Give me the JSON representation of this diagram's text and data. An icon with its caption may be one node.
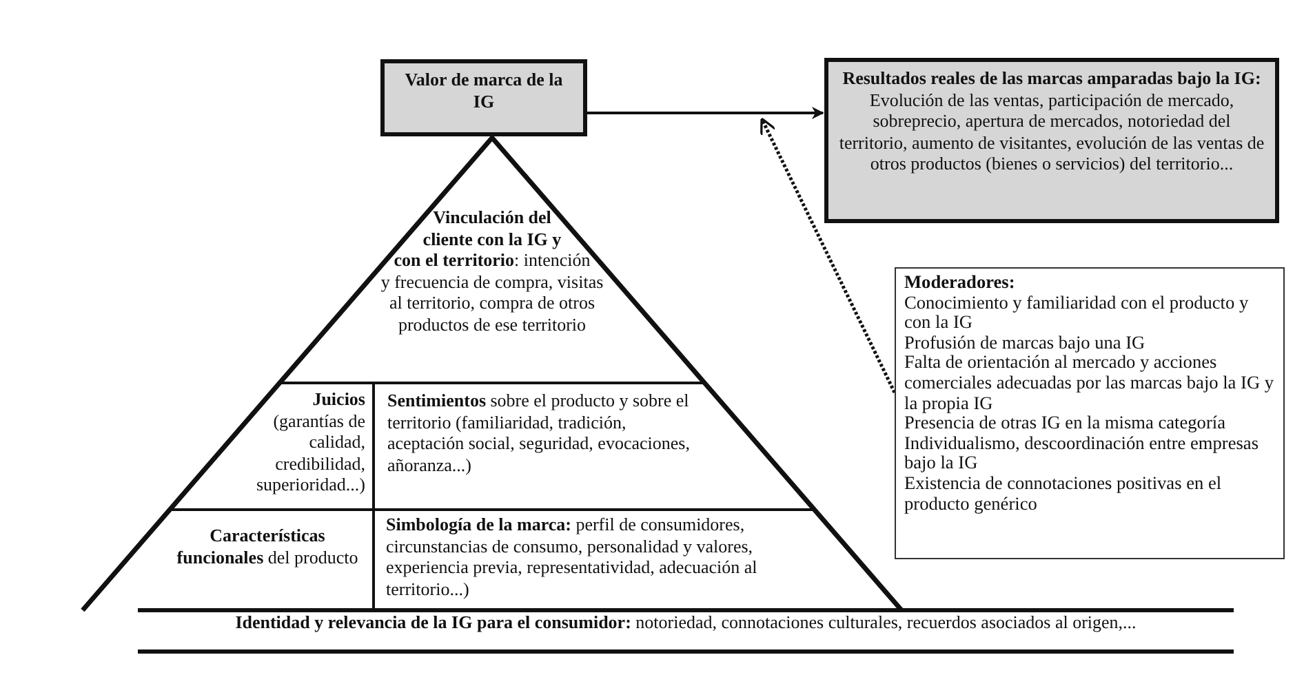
{
  "diagram": {
    "nodes": [
      {
        "text": [
          "Valor de marca de la IG"
        ]
      },
      {
        "text": [
          "Resultados reales de las marcas amparadas bajo la IG:",
          "Evolución de las ventas, participación de mercado, sobreprecio, apertura de mercados, notoriedad del territorio, aumento de visitantes, evolución de las ventas de otros productos (bienes o servicios) del territorio..."
        ]
      },
      {
        "text": [
          "**Vinculación del cliente con la IG y con el territorio**: intención y frecuencia de compra, visitas al territorio, compra de otros productos de ese territorio"
        ]
      },
      {
        "text": [
          "**Juicios** (garantías de calidad, credibilidad, superioridad...)"
        ]
      },
      {
        "text": [
          "**Sentimientos** sobre el producto y sobre el territorio (familiaridad, tradición, aceptación social, seguridad, evocaciones, añoranza...)"
        ]
      },
      {
        "text": [
          "**Características funcionales** del producto"
        ]
      },
      {
        "text": [
          "**Simbología de la marca:** perfil de consumidores, circunstancias de consumo, personalidad y valores, experiencia previa, representatividad, adecuación al territorio...)"
        ]
      },
      {
        "text": [
          "**Identidad y relevancia de la IG para el consumidor:** notoriedad, connotaciones culturales, recuerdos asociados al origen,..."
        ]
      },
      {
        "text": [
          "Moderadores:",
          "Conocimiento y familiaridad con el producto y con la IG",
          "Profusión de marcas bajo una IG",
          "Falta de orientación al mercado y acciones comerciales adecuadas por las marcas bajo la IG y la propia IG",
          "Presencia de otras IG en la misma categoría",
          "Individualismo, descoordinación entre empresas bajo la IG",
          "Existencia de connotaciones positivas en el producto genérico"
        ]
      }
    ],
    "edges": [
      {
        "from": 0,
        "to": 1,
        "arrow": "to"
      },
      {
        "from": 8,
        "to": null,
        "arrow": "to",
        "style": "dashed"
      }
    ]
  }
}
